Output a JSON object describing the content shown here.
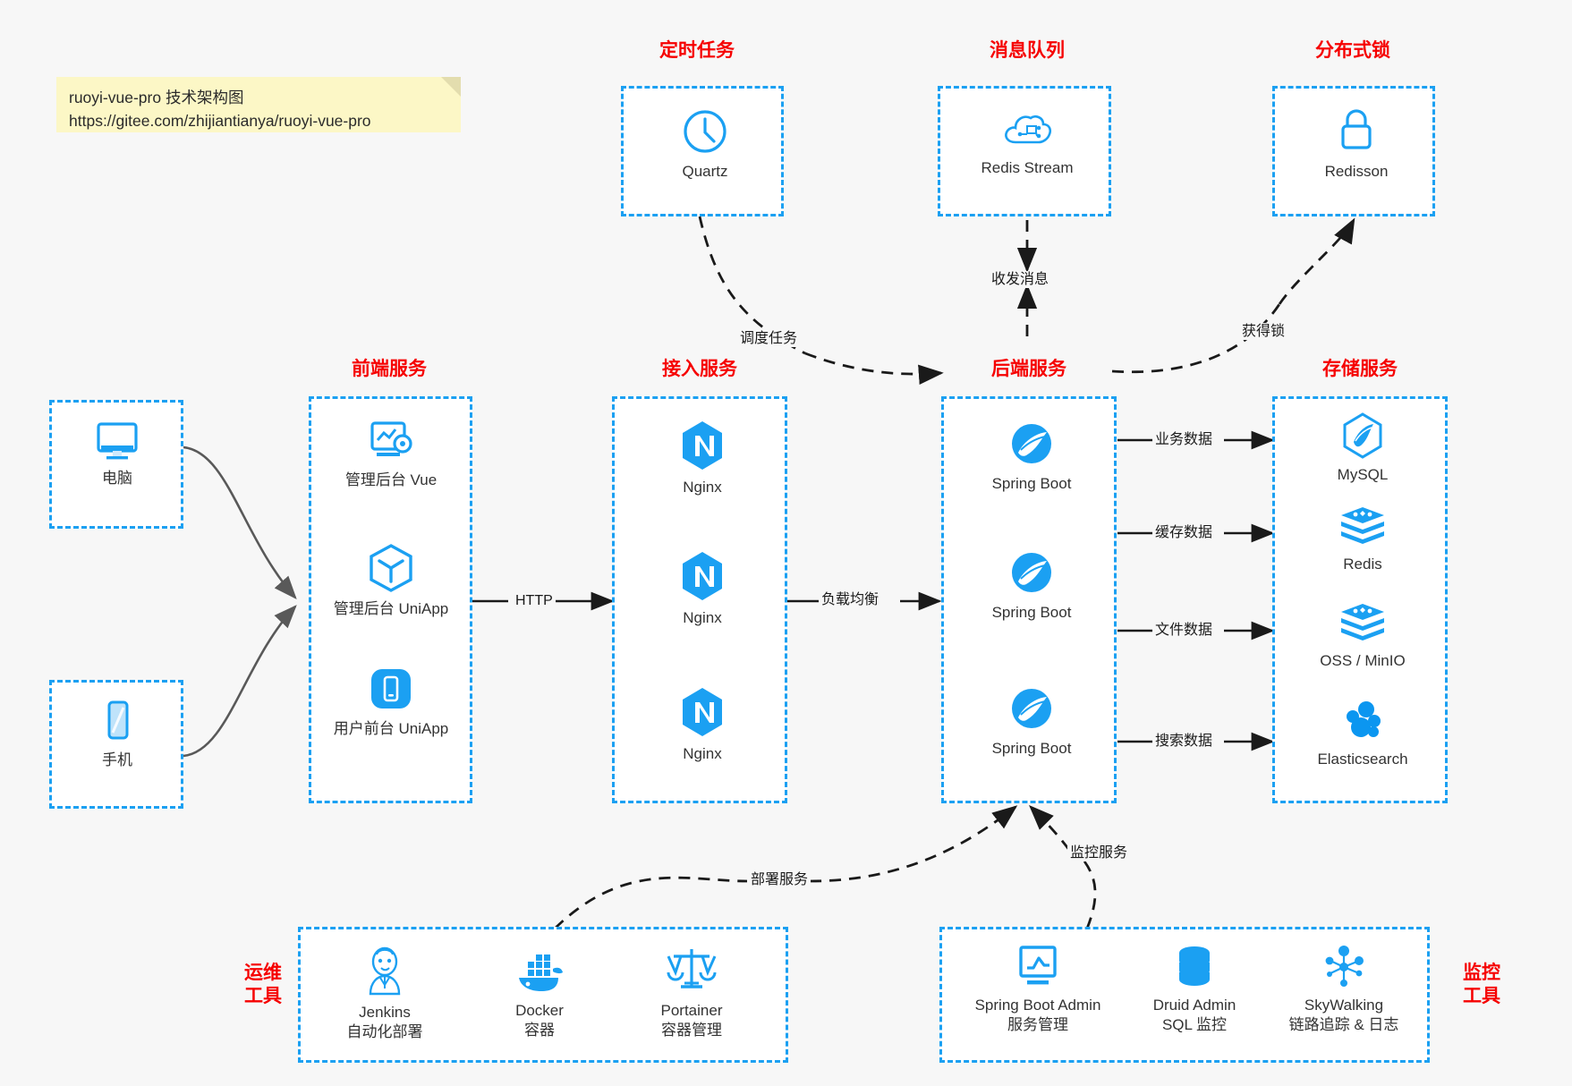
{
  "note": {
    "line1": "ruoyi-vue-pro 技术架构图",
    "line2": "https://gitee.com/zhijiantianya/ruoyi-vue-pro"
  },
  "colors": {
    "accent": "#1ba0f2",
    "group_title": "#f60000",
    "node_text": "#333333",
    "background": "#f7f7f7",
    "note_bg": "#fcf7c6",
    "arrow": "#1a1a1a",
    "soft_arrow": "#595959"
  },
  "groups": {
    "scheduler": {
      "title": "定时任务",
      "nodes": [
        {
          "label": "Quartz",
          "icon": "clock-icon"
        }
      ]
    },
    "mq": {
      "title": "消息队列",
      "nodes": [
        {
          "label": "Redis Stream",
          "icon": "cloud-network-icon"
        }
      ]
    },
    "lock": {
      "title": "分布式锁",
      "nodes": [
        {
          "label": "Redisson",
          "icon": "padlock-icon"
        }
      ]
    },
    "clients": {
      "nodes": [
        {
          "label": "电脑",
          "icon": "desktop-monitor-icon"
        },
        {
          "label": "手机",
          "icon": "mobile-phone-icon"
        }
      ]
    },
    "frontend": {
      "title": "前端服务",
      "nodes": [
        {
          "label": "管理后台 Vue",
          "icon": "dashboard-settings-icon"
        },
        {
          "label": "管理后台 UniApp",
          "icon": "hexagon-cube-icon"
        },
        {
          "label": "用户前台 UniApp",
          "icon": "mobile-app-icon"
        }
      ]
    },
    "gateway": {
      "title": "接入服务",
      "nodes": [
        {
          "label": "Nginx",
          "icon": "nginx-icon"
        },
        {
          "label": "Nginx",
          "icon": "nginx-icon"
        },
        {
          "label": "Nginx",
          "icon": "nginx-icon"
        }
      ]
    },
    "backend": {
      "title": "后端服务",
      "nodes": [
        {
          "label": "Spring Boot",
          "icon": "spring-boot-icon"
        },
        {
          "label": "Spring Boot",
          "icon": "spring-boot-icon"
        },
        {
          "label": "Spring Boot",
          "icon": "spring-boot-icon"
        }
      ]
    },
    "storage": {
      "title": "存储服务",
      "nodes": [
        {
          "label": "MySQL",
          "icon": "mysql-dolphin-icon"
        },
        {
          "label": "Redis",
          "icon": "redis-stack-icon"
        },
        {
          "label": "OSS / MinIO",
          "icon": "object-storage-icon"
        },
        {
          "label": "Elasticsearch",
          "icon": "elasticsearch-icon"
        }
      ]
    },
    "devops": {
      "title_line1": "运维",
      "title_line2": "工具",
      "nodes": [
        {
          "label": "Jenkins",
          "sublabel": "自动化部署",
          "icon": "jenkins-butler-icon"
        },
        {
          "label": "Docker",
          "sublabel": "容器",
          "icon": "docker-whale-icon"
        },
        {
          "label": "Portainer",
          "sublabel": "容器管理",
          "icon": "scales-balance-icon"
        }
      ]
    },
    "monitor": {
      "title_line1": "监控",
      "title_line2": "工具",
      "nodes": [
        {
          "label": "Spring Boot Admin",
          "sublabel": "服务管理",
          "icon": "monitor-chart-icon"
        },
        {
          "label": "Druid Admin",
          "sublabel": "SQL 监控",
          "icon": "database-cylinder-icon"
        },
        {
          "label": "SkyWalking",
          "sublabel": "链路追踪 & 日志",
          "icon": "network-nodes-icon"
        }
      ]
    }
  },
  "edges": [
    {
      "id": "http",
      "label": "HTTP"
    },
    {
      "id": "load-balance",
      "label": "负载均衡"
    },
    {
      "id": "schedule-task",
      "label": "调度任务"
    },
    {
      "id": "send-receive-message",
      "label": "收发消息"
    },
    {
      "id": "acquire-lock",
      "label": "获得锁"
    },
    {
      "id": "business-data",
      "label": "业务数据"
    },
    {
      "id": "cache-data",
      "label": "缓存数据"
    },
    {
      "id": "file-data",
      "label": "文件数据"
    },
    {
      "id": "search-data",
      "label": "搜索数据"
    },
    {
      "id": "deploy-service",
      "label": "部署服务"
    },
    {
      "id": "monitor-service",
      "label": "监控服务"
    }
  ]
}
